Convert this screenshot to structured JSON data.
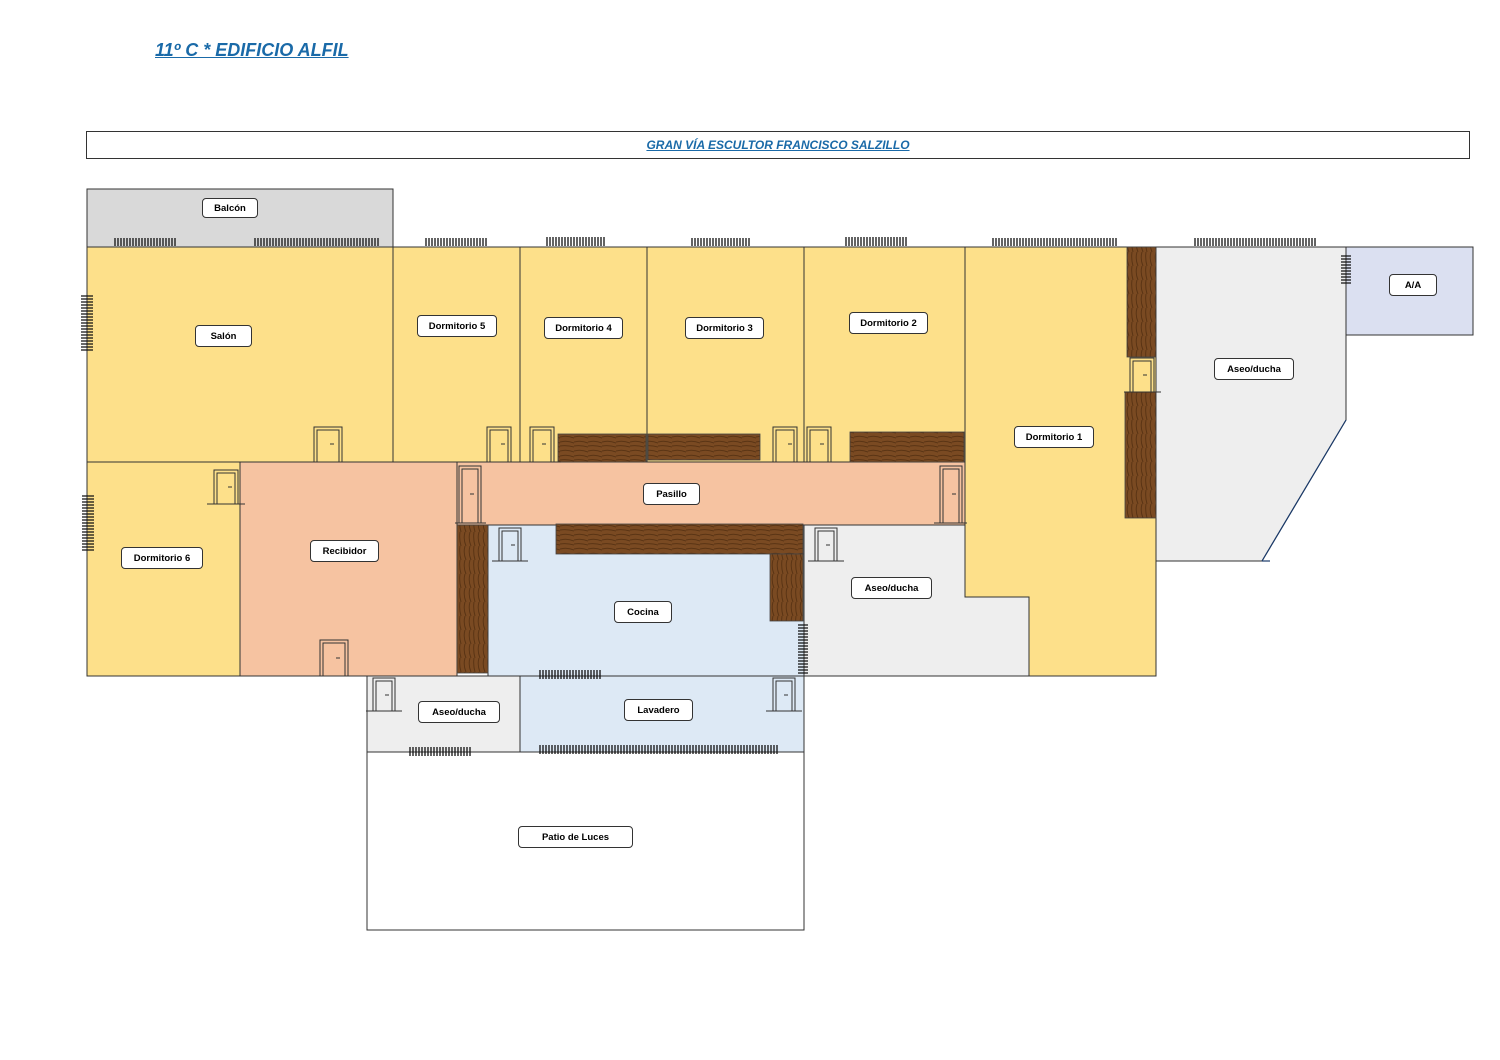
{
  "title": "11º C * EDIFICIO ALFIL",
  "street": "GRAN VÍA ESCULTOR FRANCISCO SALZILLO",
  "colors": {
    "bedroom": "#fde08a",
    "corridor": "#f6c3a1",
    "kitchen": "#dde9f5",
    "bathroom": "#eeeeee",
    "balcony": "#d9d9d9",
    "ac": "#dbe0f1",
    "wood": "#7a4a22",
    "wall": "#333333",
    "title": "#1a6aa8"
  },
  "rooms": {
    "balcon": "Balcón",
    "salon": "Salón",
    "dormitorio5": "Dormitorio 5",
    "dormitorio4": "Dormitorio 4",
    "dormitorio3": "Dormitorio 3",
    "dormitorio2": "Dormitorio 2",
    "dormitorio1": "Dormitorio 1",
    "aseo_ducha_east": "Aseo/ducha",
    "aa": "A/A",
    "pasillo": "Pasillo",
    "dormitorio6": "Dormitorio 6",
    "recibidor": "Recibidor",
    "cocina": "Cocina",
    "aseo_ducha_center": "Aseo/ducha",
    "aseo_ducha_south": "Aseo/ducha",
    "lavadero": "Lavadero",
    "patio": "Patio de Luces"
  }
}
